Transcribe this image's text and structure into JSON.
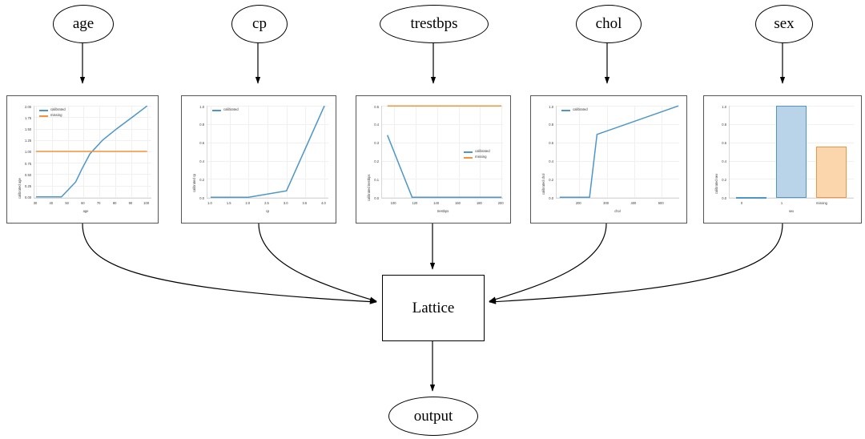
{
  "graph": {
    "inputs": [
      {
        "id": "age",
        "label": "age"
      },
      {
        "id": "cp",
        "label": "cp"
      },
      {
        "id": "trestbps",
        "label": "trestbps"
      },
      {
        "id": "chol",
        "label": "chol"
      },
      {
        "id": "sex",
        "label": "sex"
      }
    ],
    "lattice_label": "Lattice",
    "output_label": "output"
  },
  "colors": {
    "calibrated": "#4c96c8",
    "missing": "#f5933c",
    "bar_blue_fill": "#b9d3e8",
    "bar_blue_edge": "#4c96c8",
    "bar_orange_fill": "#fbd5ab",
    "bar_orange_edge": "#f5933c",
    "grid": "#f0f0f0",
    "axis": "#d8d8d8",
    "text": "#3a3a3a",
    "node_stroke": "#000000",
    "plot_border": "#555555"
  },
  "legend_labels": {
    "calibrated": "calibrated",
    "missing": "missing"
  },
  "chart_data": [
    {
      "id": "age",
      "type": "line",
      "title": "",
      "xlabel": "age",
      "ylabel": "calibrated age",
      "xlim": [
        28,
        102
      ],
      "ylim": [
        -0.08,
        2.08
      ],
      "xticks": [
        30,
        40,
        50,
        60,
        70,
        80,
        90,
        100
      ],
      "xticklabels": [
        "30",
        "40",
        "50",
        "60",
        "70",
        "80",
        "90",
        "100"
      ],
      "yticks": [
        0.0,
        0.25,
        0.5,
        0.75,
        1.0,
        1.25,
        1.5,
        1.75,
        2.0
      ],
      "yticklabels": [
        "0.00",
        "0.25",
        "0.50",
        "0.75",
        "1.00",
        "1.25",
        "1.50",
        "1.75",
        "2.00"
      ],
      "grid": true,
      "legend_position": "upper left",
      "series": [
        {
          "name": "calibrated",
          "color": "#4c96c8",
          "x": [
            29,
            45,
            54,
            58,
            63,
            66,
            71,
            80,
            90,
            100
          ],
          "y": [
            0.0,
            0.0,
            0.33,
            0.62,
            0.95,
            1.06,
            1.25,
            1.5,
            1.76,
            2.0
          ]
        },
        {
          "name": "missing",
          "color": "#f5933c",
          "x": [
            29,
            100
          ],
          "y": [
            1.0,
            1.0
          ]
        }
      ]
    },
    {
      "id": "cp",
      "type": "line",
      "title": "",
      "xlabel": "cp",
      "ylabel": "calibrated cp",
      "xlim": [
        0.88,
        4.12
      ],
      "ylim": [
        -0.04,
        1.04
      ],
      "xticks": [
        1.0,
        1.5,
        2.0,
        2.5,
        3.0,
        3.5,
        4.0
      ],
      "xticklabels": [
        "1.0",
        "1.5",
        "2.0",
        "2.5",
        "3.0",
        "3.5",
        "4.0"
      ],
      "yticks": [
        0.0,
        0.2,
        0.4,
        0.6,
        0.8,
        1.0
      ],
      "yticklabels": [
        "0.0",
        "0.2",
        "0.4",
        "0.6",
        "0.8",
        "1.0"
      ],
      "grid": true,
      "legend_position": "upper left",
      "series": [
        {
          "name": "calibrated",
          "color": "#4c96c8",
          "x": [
            1.0,
            2.0,
            3.0,
            4.0
          ],
          "y": [
            0.0,
            0.0,
            0.07,
            1.0
          ]
        }
      ]
    },
    {
      "id": "trestbps",
      "type": "line",
      "title": "",
      "xlabel": "trestbps",
      "ylabel": "calibrated trestbps",
      "xlim": [
        92,
        202
      ],
      "ylim": [
        -0.02,
        0.52
      ],
      "xticks": [
        100,
        120,
        140,
        160,
        180,
        200
      ],
      "xticklabels": [
        "100",
        "120",
        "140",
        "160",
        "180",
        "200"
      ],
      "yticks": [
        0.0,
        0.1,
        0.2,
        0.3,
        0.4,
        0.5
      ],
      "yticklabels": [
        "0.0",
        "0.1",
        "0.2",
        "0.3",
        "0.4",
        "0.5"
      ],
      "grid": true,
      "legend_position": "center right",
      "series": [
        {
          "name": "calibrated",
          "color": "#4c96c8",
          "x": [
            94,
            117,
            200
          ],
          "y": [
            0.34,
            0.0,
            0.0
          ]
        },
        {
          "name": "missing",
          "color": "#f5933c",
          "x": [
            94,
            200
          ],
          "y": [
            0.5,
            0.5
          ]
        }
      ]
    },
    {
      "id": "chol",
      "type": "line",
      "title": "",
      "xlabel": "chol",
      "ylabel": "calibrated chol",
      "xlim": [
        120,
        570
      ],
      "ylim": [
        -0.04,
        1.04
      ],
      "xticks": [
        200,
        300,
        400,
        500
      ],
      "xticklabels": [
        "200",
        "300",
        "400",
        "500"
      ],
      "yticks": [
        0.0,
        0.2,
        0.4,
        0.6,
        0.8,
        1.0
      ],
      "yticklabels": [
        "0.0",
        "0.2",
        "0.4",
        "0.6",
        "0.8",
        "1.0"
      ],
      "grid": true,
      "legend_position": "upper left",
      "series": [
        {
          "name": "calibrated",
          "color": "#4c96c8",
          "x": [
            131,
            240,
            267,
            564
          ],
          "y": [
            0.0,
            0.0,
            0.69,
            1.0
          ]
        }
      ]
    },
    {
      "id": "sex",
      "type": "bar",
      "title": "",
      "xlabel": "sex",
      "ylabel": "calibrated sex",
      "categories": [
        "0",
        "1",
        "missing"
      ],
      "values": [
        0.0,
        1.0,
        0.56
      ],
      "bar_colors": [
        "#b9d3e8",
        "#b9d3e8",
        "#fbd5ab"
      ],
      "bar_edge_colors": [
        "#4c96c8",
        "#4c96c8",
        "#f5933c"
      ],
      "ylim": [
        0.0,
        1.04
      ],
      "yticks": [
        0.0,
        0.2,
        0.4,
        0.6,
        0.8,
        1.0
      ],
      "yticklabels": [
        "0.0",
        "0.2",
        "0.4",
        "0.6",
        "0.8",
        "1.0"
      ],
      "grid": true,
      "legend_position": "none"
    }
  ]
}
